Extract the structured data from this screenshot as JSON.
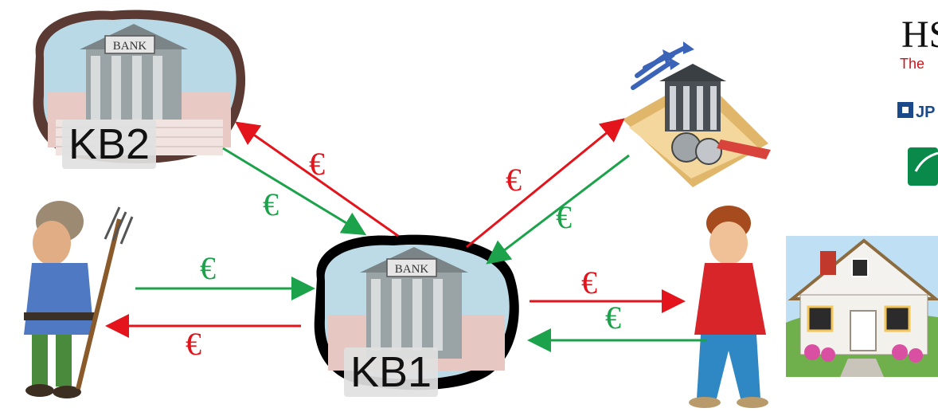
{
  "nodes": {
    "kb2": {
      "label": "KB2",
      "sign_text": "BANK"
    },
    "kb1": {
      "label": "KB1",
      "sign_text": "BANK"
    }
  },
  "currency": {
    "symbol": "€"
  },
  "logos": {
    "hsbc_text": "HS",
    "hsbc_tagline": "The",
    "jpm_text": "JP"
  },
  "colors": {
    "outflow": "#e3141b",
    "inflow": "#1ca24a"
  }
}
